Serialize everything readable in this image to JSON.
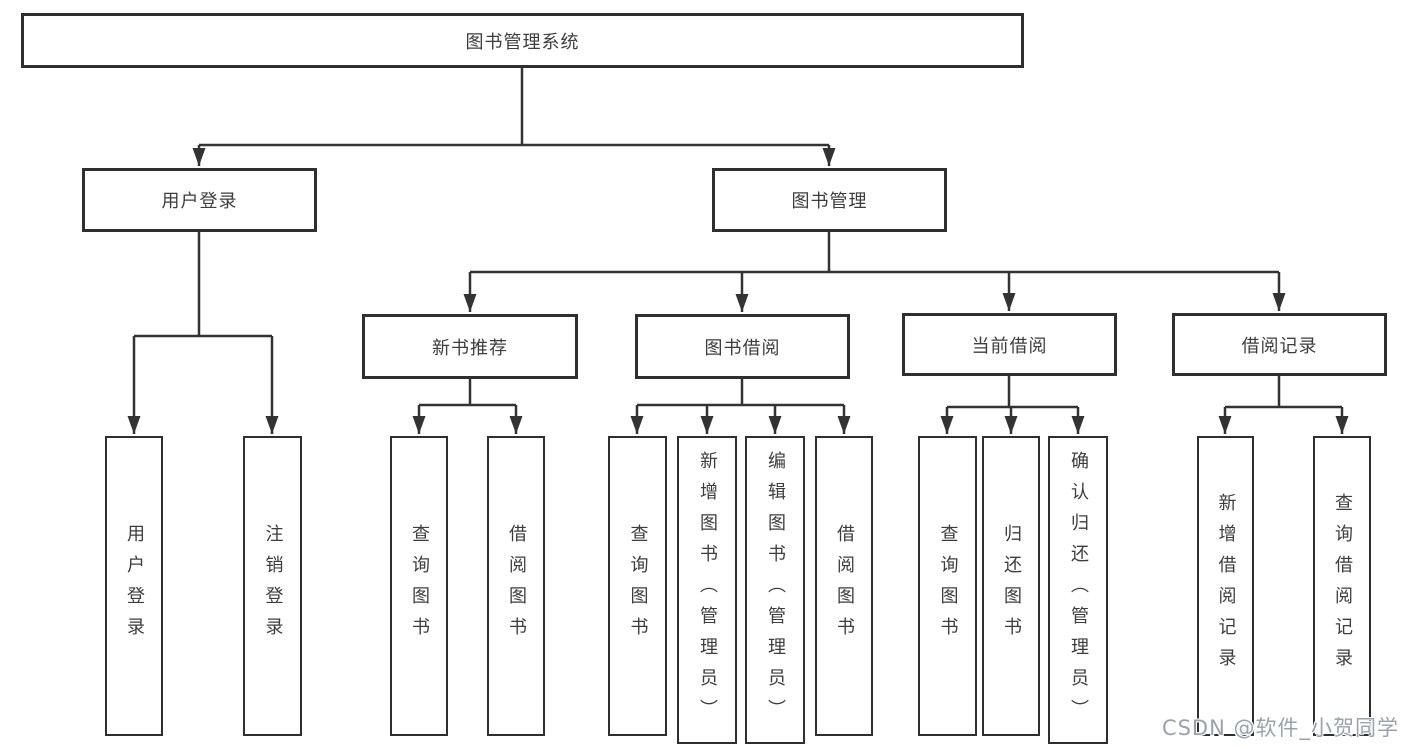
{
  "diagram": {
    "root": "图书管理系统",
    "level2": {
      "user_login": "用户登录",
      "book_mgmt": "图书管理"
    },
    "level3": {
      "new_book_rec": "新书推荐",
      "book_borrow": "图书借阅",
      "current_borrow": "当前借阅",
      "borrow_records": "借阅记录"
    },
    "leaves": {
      "user_login": [
        "用户登录",
        "注销登录"
      ],
      "new_book_rec": [
        "查询图书",
        "借阅图书"
      ],
      "book_borrow": [
        "查询图书",
        "新增图书（管理员）",
        "编辑图书（管理员）",
        "借阅图书"
      ],
      "current_borrow": [
        "查询图书",
        "归还图书",
        "确认归还（管理员）"
      ],
      "borrow_records": [
        "新增借阅记录",
        "查询借阅记录"
      ]
    }
  },
  "watermark": {
    "text": "CSDN @软件_小贺同学"
  },
  "colors": {
    "line": "#333333",
    "box_border": "#2f2f2f",
    "text": "#3d3d3d",
    "watermark": "#9aa2ac",
    "background": "#ffffff"
  }
}
